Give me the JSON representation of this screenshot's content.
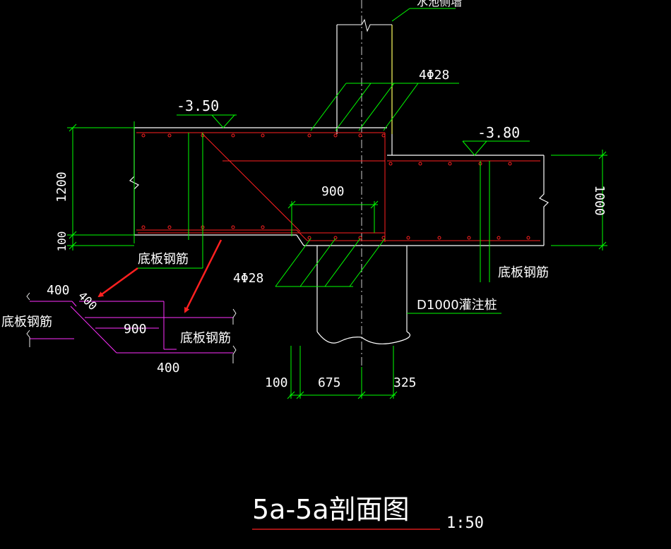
{
  "drawing": {
    "title": "5a-5a剖面图",
    "scale": "1:50",
    "wall_label": "水池侧墙",
    "elev_left": "-3.50",
    "elev_right": "-3.80",
    "rebar_top": "4Φ28",
    "rebar_bottom": "4Φ28",
    "dim_1200": "1200",
    "dim_100_left": "100",
    "dim_1000": "1000",
    "dim_900_main": "900",
    "dim_100_bottom": "100",
    "dim_675": "675",
    "dim_325": "325",
    "pile_label": "D1000灌注桩",
    "slab_rebar_1": "底板钢筋",
    "slab_rebar_2": "底板钢筋",
    "detail": {
      "dim_400_top": "400",
      "dim_400_diag": "400",
      "dim_900": "900",
      "dim_400_bottom": "400",
      "label_left": "底板钢筋",
      "label_right": "底板钢筋"
    }
  },
  "colors": {
    "background": "#000000",
    "dimension": "#00ff00",
    "concrete": "#ffffff",
    "rebar": "#ff2020",
    "wall": "#ffff60",
    "detail": "#ff30ff",
    "arrow": "#ff2020",
    "text": "#ffffff"
  }
}
